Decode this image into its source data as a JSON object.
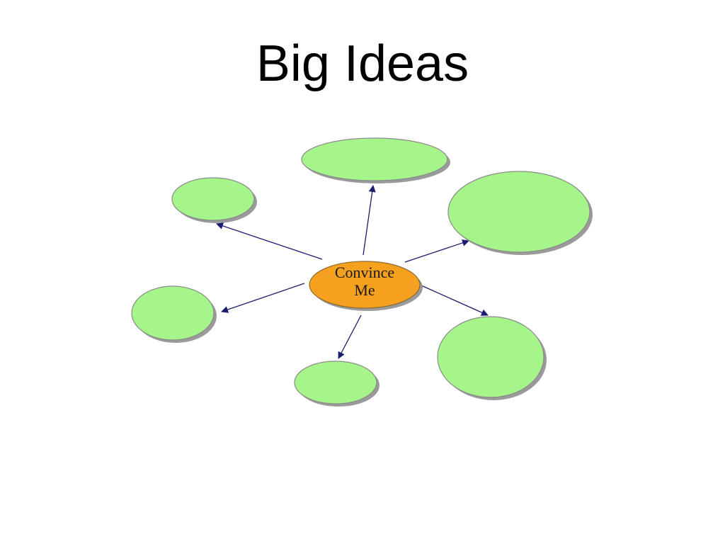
{
  "slide": {
    "title": "Big Ideas"
  },
  "diagram": {
    "center_node": {
      "label_line1": "Convince",
      "label_line2": "Me",
      "fill": "#f5a01e"
    },
    "outer_nodes": [
      {
        "label": ""
      },
      {
        "label": ""
      },
      {
        "label": ""
      },
      {
        "label": ""
      },
      {
        "label": ""
      },
      {
        "label": ""
      }
    ],
    "colors": {
      "outer_fill": "#a6f58a",
      "arrow": "#1c1c6e",
      "stroke": "#8a8a8a",
      "shadow": "#9a9a9a"
    }
  }
}
